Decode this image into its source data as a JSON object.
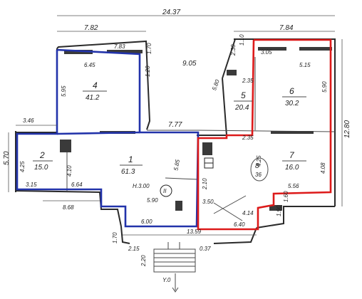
{
  "colors": {
    "blue_outline": "#2233aa",
    "red_outline": "#dd1a1a",
    "ink": "#222222"
  },
  "dims": {
    "top_total": "24.37",
    "top_left": "7.82",
    "top_right": "7.84",
    "mid_top": "9.05",
    "r1_w": "7.83",
    "r1_h": "1.70",
    "r1_side": "1.20",
    "left_side": "5.95",
    "room4_top": "6.45",
    "room6_top": "3.05",
    "room6_top2": "5.15",
    "right_side": "5.90",
    "right_col": "1.10",
    "left_col": "2.30",
    "r5_side": "5.80",
    "r5_in1": "2.35",
    "r5_in2": "2.35",
    "hall_w": "7.77",
    "left_ext": "3.46",
    "stair_h": "4.10",
    "left_h": "5.70",
    "room2_side": "4.25",
    "r8_top": "2.35",
    "r7_side": "4.08",
    "far_right": "12.80",
    "bot_left1": "3.15",
    "bot_left2": "6.64",
    "bot_left3": "8.68",
    "r1_right": "5.85",
    "r1_bot": "5.90",
    "r1_bot2": "6.00",
    "r8_bot": "3.50",
    "r8_side": "2.10",
    "r8_bot2": "6.40",
    "r8_bot3": "4.14",
    "r7_bot": "5.56",
    "br_side": "1.90",
    "br_side2": "1.60",
    "bot_total": "13.59",
    "stair_w": "2.15",
    "stair_w2": "0.37",
    "entry_h": "2.20",
    "entry_lbl": "Y.0",
    "small_170": "1.70",
    "r8_25": "4.25"
  },
  "rooms": [
    {
      "id": "1",
      "area": "61.3",
      "height": "H.3.00"
    },
    {
      "id": "2",
      "area": "15.0"
    },
    {
      "id": "4",
      "area": "41.2"
    },
    {
      "id": "5",
      "area": "20.4"
    },
    {
      "id": "6",
      "area": "30.2"
    },
    {
      "id": "7",
      "area": "16.0"
    },
    {
      "id": "8",
      "area": "36"
    }
  ],
  "markers": {
    "circle_label": "II"
  }
}
